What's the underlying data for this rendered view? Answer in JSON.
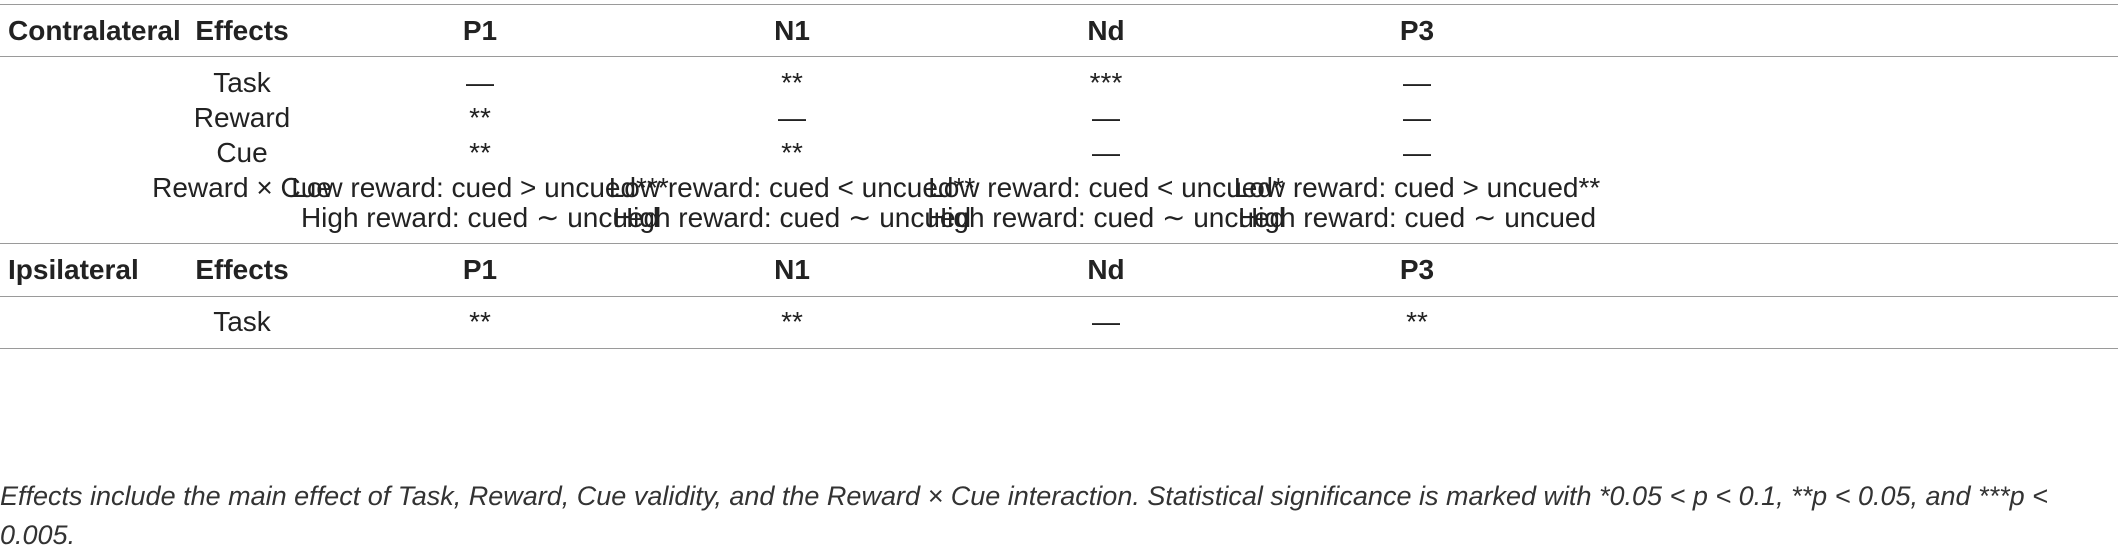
{
  "table": {
    "sections": [
      {
        "name": "Contralateral",
        "headers": [
          "Effects",
          "P1",
          "N1",
          "Nd",
          "P3"
        ],
        "rows": [
          {
            "effect": "Task",
            "p1": [
              "—"
            ],
            "n1": [
              "**"
            ],
            "nd": [
              "***"
            ],
            "p3": [
              "—"
            ]
          },
          {
            "effect": "Reward",
            "p1": [
              "**"
            ],
            "n1": [
              "—"
            ],
            "nd": [
              "—"
            ],
            "p3": [
              "—"
            ]
          },
          {
            "effect": "Cue",
            "p1": [
              "**"
            ],
            "n1": [
              "**"
            ],
            "nd": [
              "—"
            ],
            "p3": [
              "—"
            ]
          },
          {
            "effect": "Reward × Cue",
            "p1": [
              "Low reward: cued > uncued***",
              "High reward: cued ∼ uncued"
            ],
            "n1": [
              "Low reward: cued < uncued**",
              "High reward: cued ∼ uncued"
            ],
            "nd": [
              "Low reward: cued < uncued*",
              "High reward: cued ∼ uncued"
            ],
            "p3": [
              "Low reward: cued > uncued**",
              "High reward: cued ∼ uncued"
            ]
          }
        ]
      },
      {
        "name": "Ipsilateral",
        "headers": [
          "Effects",
          "P1",
          "N1",
          "Nd",
          "P3"
        ],
        "rows": [
          {
            "effect": "Task",
            "p1": [
              "**"
            ],
            "n1": [
              "**"
            ],
            "nd": [
              "—"
            ],
            "p3": [
              "**"
            ]
          }
        ]
      }
    ]
  },
  "caption": "Effects include the main effect of Task, Reward, Cue validity, and the Reward × Cue interaction. Statistical significance is marked with *0.05 < p < 0.1, **p < 0.05, and ***p < 0.005."
}
